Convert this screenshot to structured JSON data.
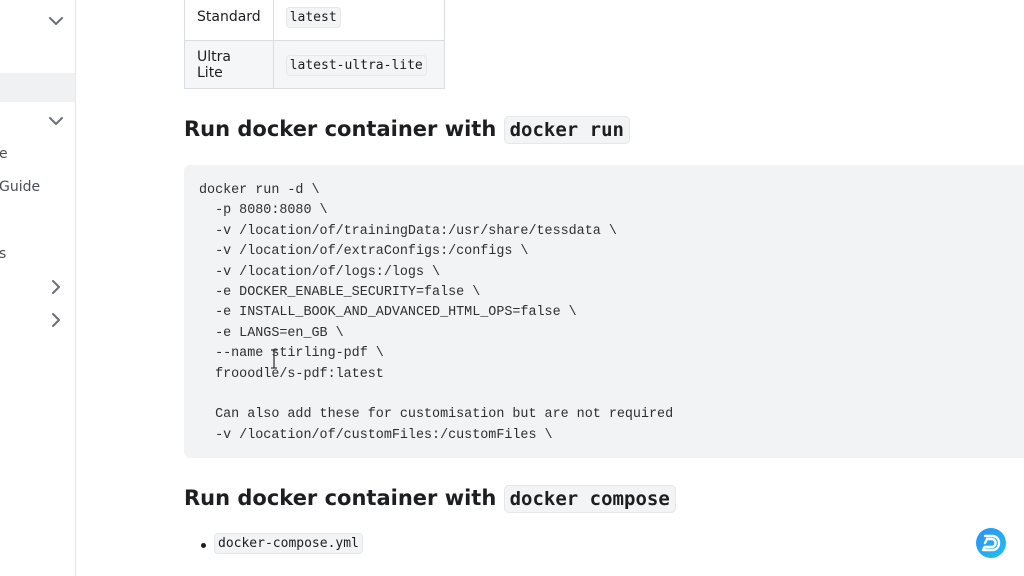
{
  "sidebar": {
    "items": [
      {
        "label": "e"
      },
      {
        "label": "Guide"
      },
      {
        "label": "s"
      }
    ]
  },
  "version_table": {
    "rows": [
      {
        "name": "Standard",
        "tag": "latest"
      },
      {
        "name": "Ultra Lite",
        "tag": "latest-ultra-lite"
      }
    ]
  },
  "section_run": {
    "heading_prefix": "Run docker container with",
    "heading_code": "docker run"
  },
  "code_block": {
    "text": "docker run -d \\\n  -p 8080:8080 \\\n  -v /location/of/trainingData:/usr/share/tessdata \\\n  -v /location/of/extraConfigs:/configs \\\n  -v /location/of/logs:/logs \\\n  -e DOCKER_ENABLE_SECURITY=false \\\n  -e INSTALL_BOOK_AND_ADVANCED_HTML_OPS=false \\\n  -e LANGS=en_GB \\\n  --name stirling-pdf \\\n  frooodle/s-pdf:latest\n\n  Can also add these for customisation but are not required\n  -v /location/of/customFiles:/customFiles \\"
  },
  "section_compose": {
    "heading_prefix": "Run docker container with",
    "heading_code": "docker compose"
  },
  "compose_list": [
    {
      "code": "docker-compose.yml"
    }
  ],
  "icons": {
    "chevron_down": "chevron-down-icon",
    "chevron_right": "chevron-right-icon",
    "logo": "logo-d-icon",
    "cursor": "text-cursor-icon"
  },
  "colors": {
    "code_bg": "#f2f3f4",
    "logo_gradient_start": "#2f8df6",
    "logo_gradient_end": "#1fc3e8"
  }
}
